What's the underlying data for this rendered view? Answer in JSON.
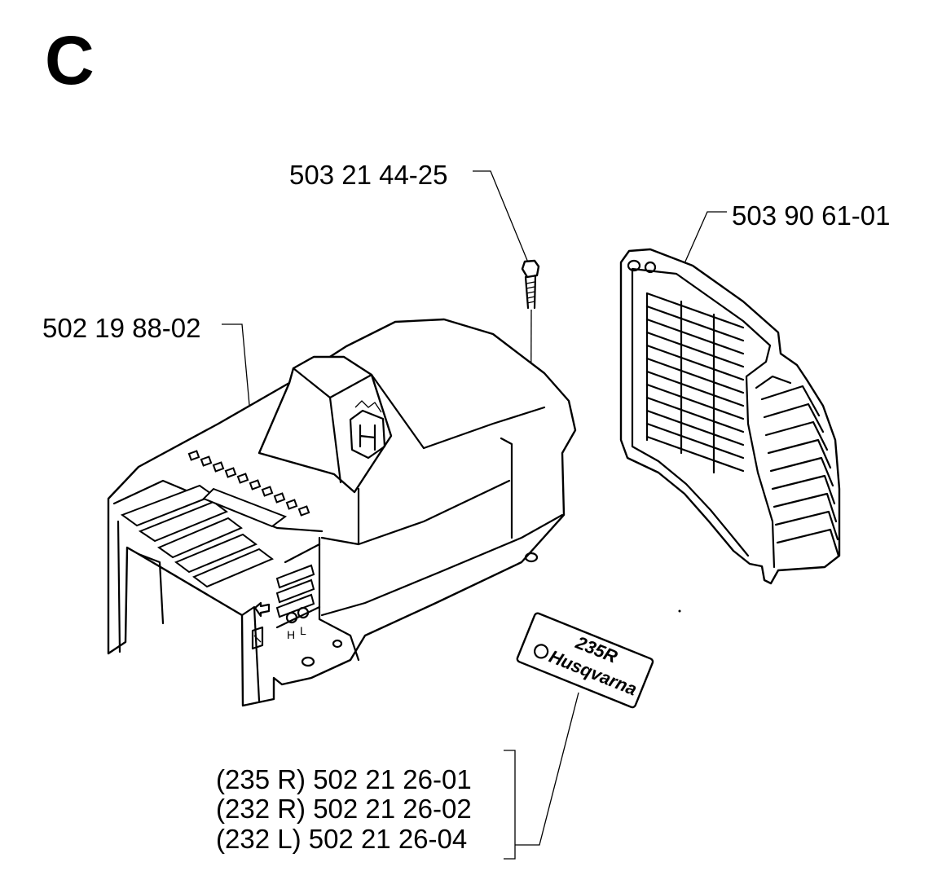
{
  "section_letter": "C",
  "labels": {
    "screw": "503 21 44-25",
    "cover": "502 19 88-02",
    "grille": "503 90 61-01",
    "decal_lines": [
      "(235 R) 502 21 26-01",
      "(232 R) 502 21 26-02",
      "(232 L) 502 21 26-04"
    ]
  },
  "decal": {
    "model": "235R",
    "brand": "Husqvarna"
  },
  "cover_controls": {
    "h": "H",
    "l": "L"
  }
}
